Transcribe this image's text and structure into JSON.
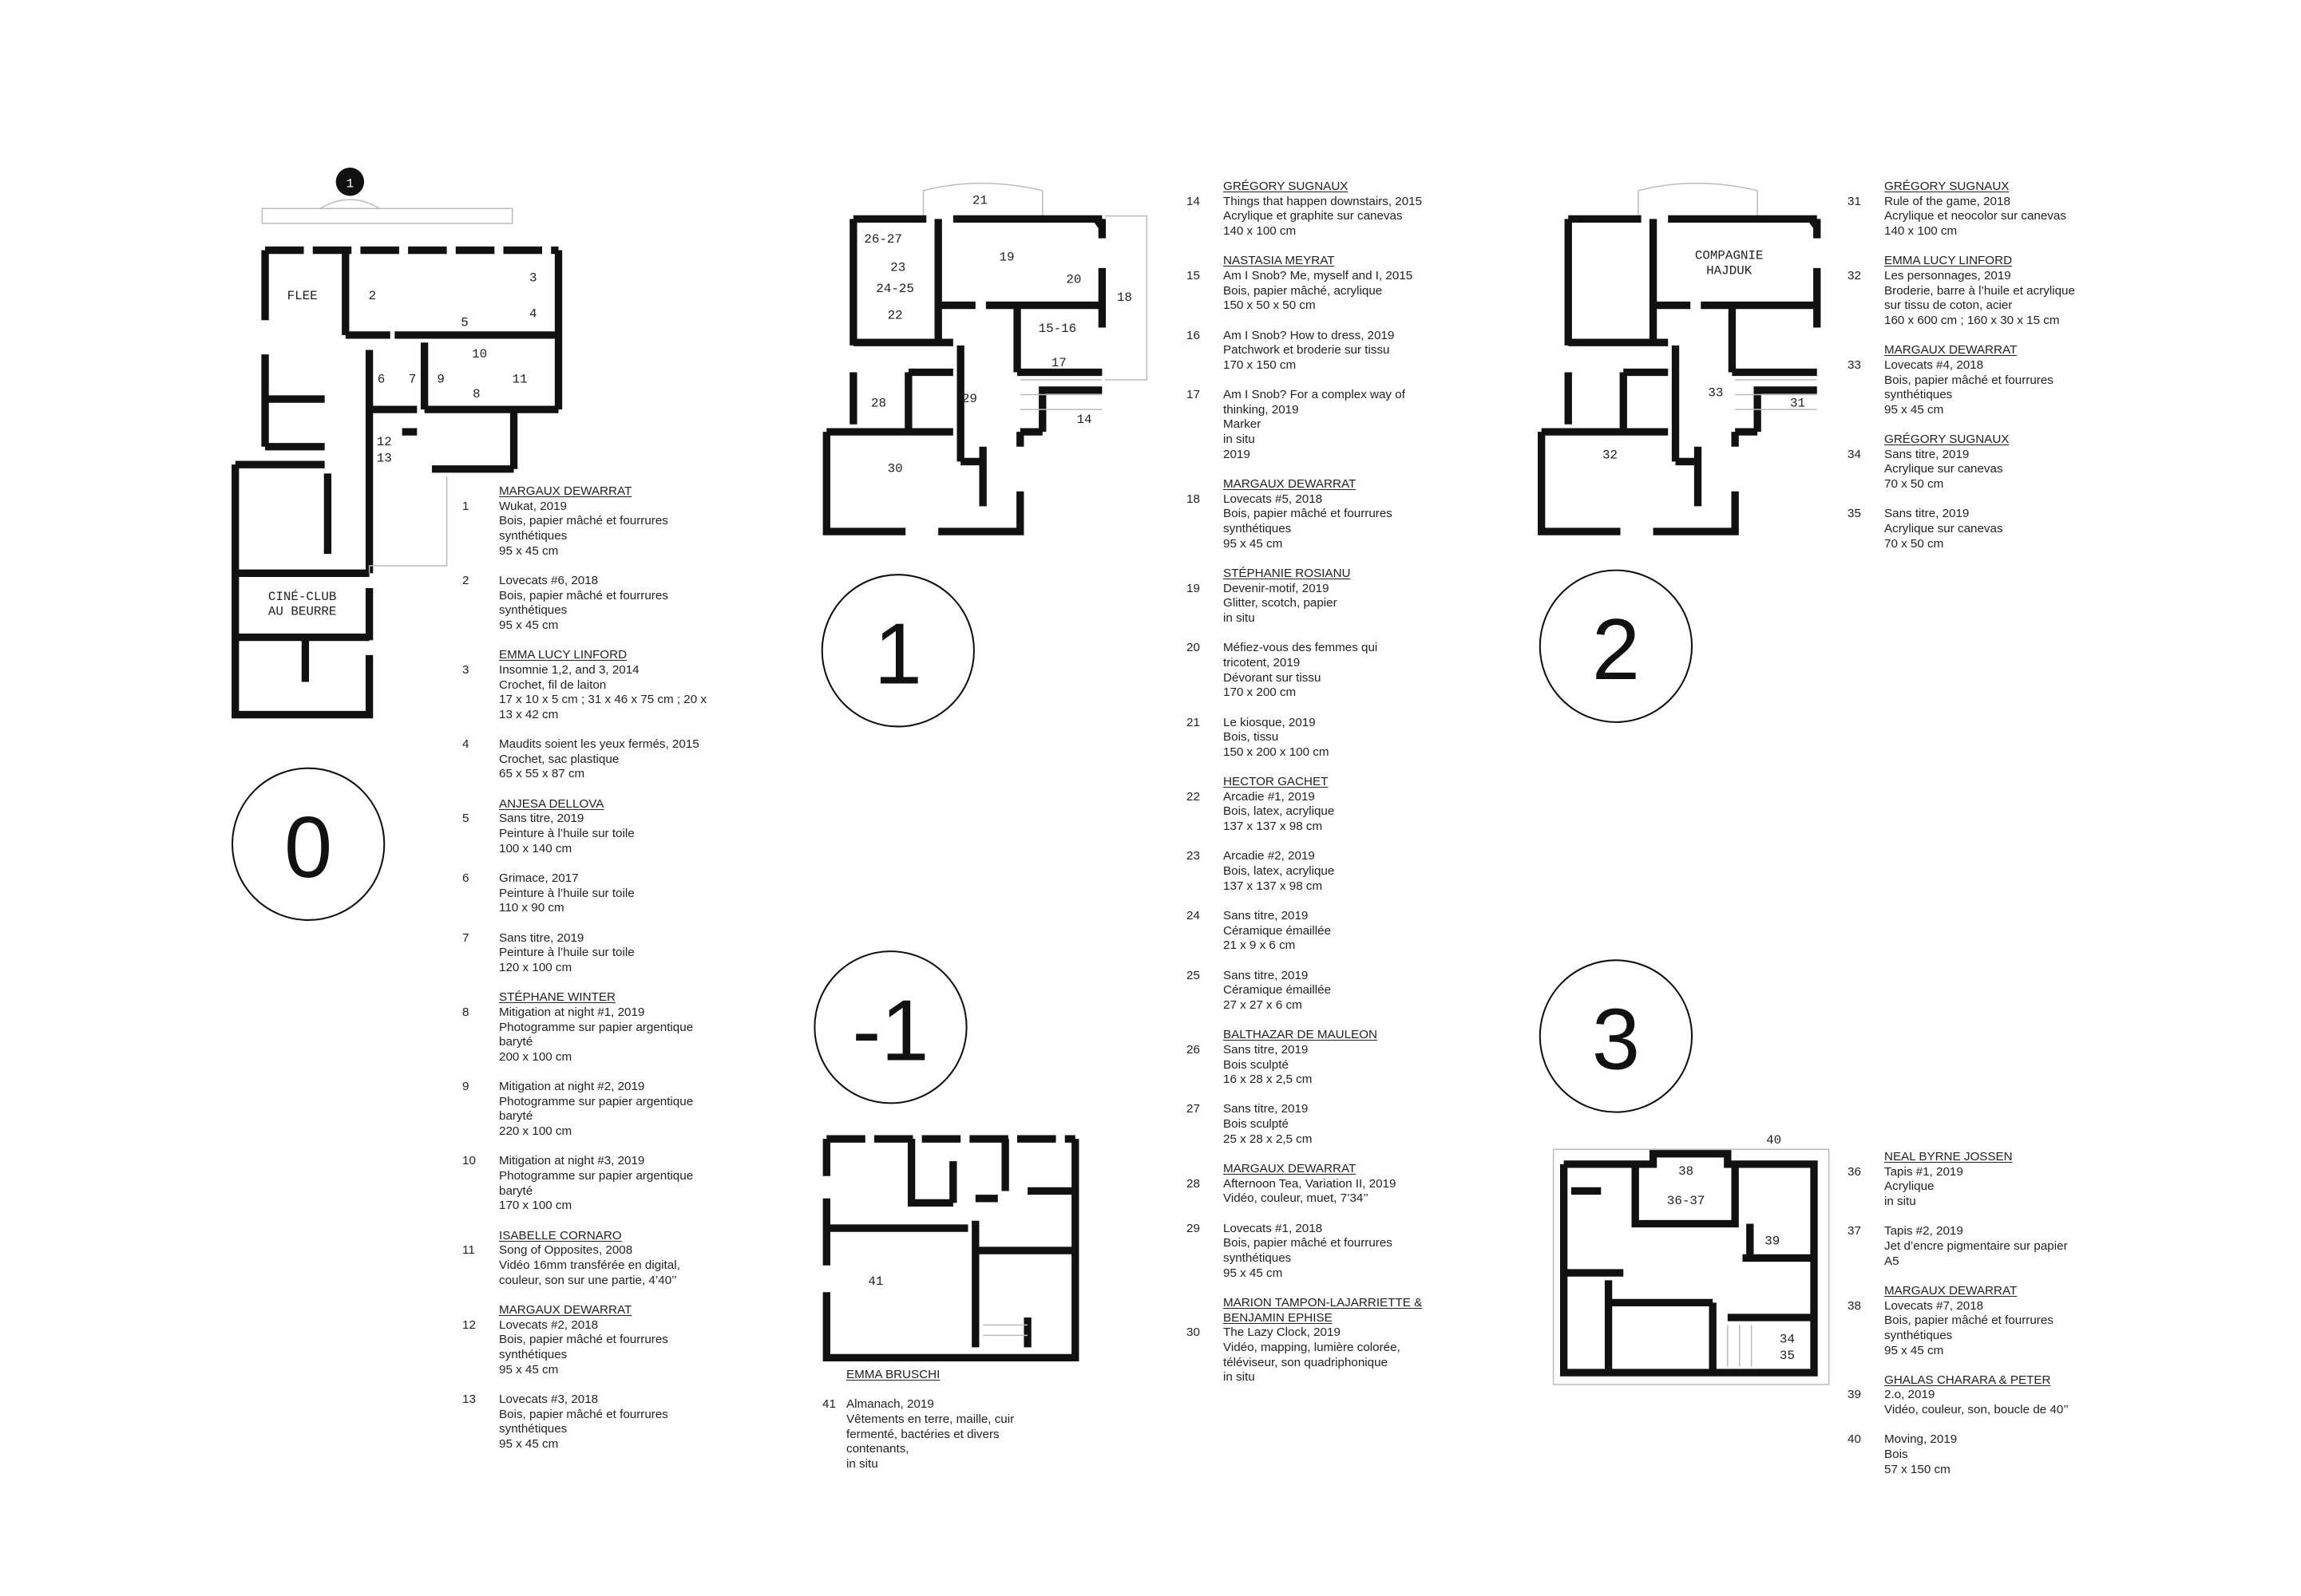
{
  "floors": {
    "f0": "0",
    "f1": "1",
    "fm1": "-1",
    "f2": "2",
    "f3": "3"
  },
  "entrance_marker": "1",
  "plans": {
    "p0": {
      "flee": "FLEE",
      "r2": "2",
      "r3": "3",
      "r4": "4",
      "r5": "5",
      "r10": "10",
      "r11": "11",
      "r6": "6",
      "r7": "7",
      "r9": "9",
      "r8": "8",
      "r12": "12",
      "r13": "13",
      "cine1": "CINÉ-CLUB",
      "cine2": "AU BEURRE"
    },
    "p1": {
      "r21": "21",
      "r2627": "26-27",
      "r23": "23",
      "r2425": "24-25",
      "r22": "22",
      "r19": "19",
      "r20": "20",
      "r18": "18",
      "r1516": "15-16",
      "r17": "17",
      "r28": "28",
      "r29": "29",
      "r14": "14",
      "r30": "30"
    },
    "p2": {
      "comp1": "COMPAGNIE",
      "comp2": "HAJDUK",
      "r33": "33",
      "r31": "31",
      "r32": "32"
    },
    "pm1": {
      "r41": "41"
    },
    "p3": {
      "r40": "40",
      "r38": "38",
      "r3637": "36-37",
      "r39": "39",
      "r34": "34",
      "r35": "35"
    }
  },
  "lists": {
    "col0": [
      {
        "artist": "MARGAUX DEWARRAT",
        "num": "1",
        "lines": [
          "Wukat, 2019",
          "Bois, papier mâché et fourrures",
          "synthétiques",
          "95 x 45 cm"
        ]
      },
      {
        "num": "2",
        "lines": [
          "Lovecats #6, 2018",
          "Bois, papier mâché et fourrures",
          "synthétiques",
          "95 x 45 cm"
        ]
      },
      {
        "artist": "EMMA LUCY LINFORD",
        "num": "3",
        "lines": [
          "Insomnie 1,2, and 3, 2014",
          "Crochet, fil de laiton",
          "17 x 10 x 5 cm ; 31 x 46 x 75 cm ; 20 x",
          "13 x 42 cm"
        ]
      },
      {
        "num": "4",
        "lines": [
          "Maudits soient les yeux fermés, 2015",
          "Crochet, sac plastique",
          "65 x 55 x 87 cm"
        ]
      },
      {
        "artist": "ANJESA DELLOVA",
        "num": "5",
        "lines": [
          "Sans titre, 2019",
          "Peinture à l’huile sur toile",
          "100 x 140 cm"
        ]
      },
      {
        "num": "6",
        "lines": [
          "Grimace, 2017",
          "Peinture à l’huile sur toile",
          "110 x 90 cm"
        ]
      },
      {
        "num": "7",
        "lines": [
          "Sans titre, 2019",
          "Peinture à l’huile sur toile",
          "120 x 100 cm"
        ]
      },
      {
        "artist": "STÉPHANE WINTER",
        "num": "8",
        "lines": [
          "Mitigation at night #1, 2019",
          "Photogramme sur papier argentique",
          "baryté",
          "200 x 100 cm"
        ]
      },
      {
        "num": "9",
        "lines": [
          "Mitigation at night #2, 2019",
          "Photogramme sur papier argentique",
          "baryté",
          "220 x 100 cm"
        ]
      },
      {
        "num": "10",
        "lines": [
          "Mitigation at night #3, 2019",
          "Photogramme sur papier argentique",
          "baryté",
          "170 x 100 cm"
        ]
      },
      {
        "artist": "ISABELLE CORNARO",
        "num": "11",
        "lines": [
          "Song of Opposites, 2008",
          "Vidéo 16mm transférée en digital,",
          "couleur, son sur une partie, 4’40’’"
        ]
      },
      {
        "artist": "MARGAUX DEWARRAT",
        "num": "12",
        "lines": [
          "Lovecats #2, 2018",
          "Bois, papier mâché et fourrures",
          "synthétiques",
          "95 x 45 cm"
        ]
      },
      {
        "num": "13",
        "lines": [
          "Lovecats #3, 2018",
          "Bois, papier mâché et fourrures",
          "synthétiques",
          "95 x 45 cm"
        ]
      }
    ],
    "col1": [
      {
        "artist": "GRÉGORY SUGNAUX",
        "num": "14",
        "lines": [
          "Things that happen downstairs, 2015",
          "Acrylique et graphite sur canevas",
          "140 x 100 cm"
        ]
      },
      {
        "artist": "NASTASIA MEYRAT",
        "num": "15",
        "lines": [
          "Am I Snob? Me, myself and I, 2015",
          "Bois, papier mâché, acrylique",
          "150 x 50 x 50 cm"
        ]
      },
      {
        "num": "16",
        "lines": [
          "Am I Snob? How to dress, 2019",
          "Patchwork et broderie sur tissu",
          "170 x 150 cm"
        ]
      },
      {
        "num": "17",
        "lines": [
          "Am I Snob? For a complex way of",
          "thinking, 2019",
          "Marker",
          "in situ",
          "2019"
        ]
      },
      {
        "artist": "MARGAUX DEWARRAT",
        "num": "18",
        "lines": [
          "Lovecats #5, 2018",
          "Bois, papier mâché et fourrures",
          "synthétiques",
          "95 x 45 cm"
        ]
      },
      {
        "artist": "STÉPHANIE ROSIANU",
        "num": "19",
        "lines": [
          "Devenir-motif, 2019",
          "Glitter, scotch, papier",
          "in situ"
        ]
      },
      {
        "num": "20",
        "lines": [
          "Méfiez-vous des femmes qui",
          "tricotent, 2019",
          "Dévorant sur tissu",
          "170 x 200 cm"
        ]
      },
      {
        "num": "21",
        "lines": [
          "Le kiosque, 2019",
          "Bois, tissu",
          "150 x 200 x 100 cm"
        ]
      },
      {
        "artist": "HECTOR GACHET",
        "num": "22",
        "lines": [
          "Arcadie #1, 2019",
          "Bois, latex, acrylique",
          "137 x 137 x 98 cm"
        ]
      },
      {
        "num": "23",
        "lines": [
          "Arcadie #2, 2019",
          "Bois, latex, acrylique",
          "137 x 137 x 98 cm"
        ]
      },
      {
        "num": "24",
        "lines": [
          "Sans titre, 2019",
          "Céramique émaillée",
          "21 x 9 x 6 cm"
        ]
      },
      {
        "num": "25",
        "lines": [
          "Sans titre, 2019",
          "Céramique émaillée",
          "27 x 27 x 6 cm"
        ]
      },
      {
        "artist": "BALTHAZAR DE MAULEON",
        "num": "26",
        "lines": [
          "Sans titre, 2019",
          "Bois sculpté",
          "16 x 28 x 2,5 cm"
        ]
      },
      {
        "num": "27",
        "lines": [
          "Sans titre, 2019",
          "Bois sculpté",
          "25 x 28 x 2,5 cm"
        ]
      },
      {
        "artist": "MARGAUX DEWARRAT",
        "num": "28",
        "lines": [
          "Afternoon Tea, Variation II, 2019",
          "Vidéo, couleur, muet, 7’34’’"
        ]
      },
      {
        "num": "29",
        "lines": [
          "Lovecats #1, 2018",
          "Bois, papier mâché et fourrures",
          "synthétiques",
          "95 x 45 cm"
        ]
      },
      {
        "artist": "MARION TAMPON-LAJARRIETTE &",
        "artist2": "BENJAMIN EPHISE",
        "num": "30",
        "lines": [
          "The Lazy Clock, 2019",
          "Vidéo, mapping, lumière colorée,",
          "téléviseur, son quadriphonique",
          "in situ"
        ]
      }
    ],
    "col2": [
      {
        "artist": "GRÉGORY SUGNAUX",
        "num": "31",
        "lines": [
          "Rule of the game, 2018",
          "Acrylique et neocolor sur canevas",
          "140 x 100 cm"
        ]
      },
      {
        "artist": "EMMA LUCY LINFORD",
        "num": "32",
        "lines": [
          "Les personnages, 2019",
          "Broderie, barre à l’huile et acrylique",
          "sur tissu de coton, acier",
          "160 x 600 cm ; 160 x 30 x 15 cm"
        ]
      },
      {
        "artist": "MARGAUX DEWARRAT",
        "num": "33",
        "lines": [
          "Lovecats #4, 2018",
          "Bois, papier mâché et fourrures",
          "synthétiques",
          " 95 x 45 cm"
        ]
      },
      {
        "artist": "GRÉGORY SUGNAUX",
        "num": "34",
        "lines": [
          "Sans titre, 2019",
          "Acrylique sur canevas",
          "70 x 50 cm"
        ]
      },
      {
        "num": "35",
        "lines": [
          "Sans titre, 2019",
          "Acrylique sur canevas",
          "70 x 50 cm"
        ]
      }
    ],
    "col3": [
      {
        "artist": "NEAL BYRNE JOSSEN",
        "num": "36",
        "lines": [
          "Tapis #1, 2019",
          "Acrylique",
          "in situ"
        ]
      },
      {
        "num": "37",
        "lines": [
          "Tapis #2, 2019",
          "Jet d’encre pigmentaire sur papier",
          "A5"
        ]
      },
      {
        "artist": "MARGAUX DEWARRAT",
        "num": "38",
        "lines": [
          "Lovecats #7, 2018",
          "Bois, papier mâché et fourrures",
          "synthétiques",
          "95 x 45 cm"
        ]
      },
      {
        "artist": "GHALAS CHARARA & PETER",
        "num": "39",
        "lines": [
          "2.o, 2019",
          "Vidéo, couleur, son, boucle de 40’’"
        ]
      },
      {
        "num": "40",
        "lines": [
          "Moving, 2019",
          "Bois",
          "57 x 150 cm"
        ]
      }
    ],
    "colm1": [
      {
        "artist": "EMMA BRUSCHI",
        "gap": true,
        "num": "41",
        "lines": [
          "Almanach, 2019",
          "Vêtements en terre, maille, cuir",
          "fermenté, bactéries et divers",
          "contenants,",
          "in situ"
        ]
      }
    ]
  }
}
